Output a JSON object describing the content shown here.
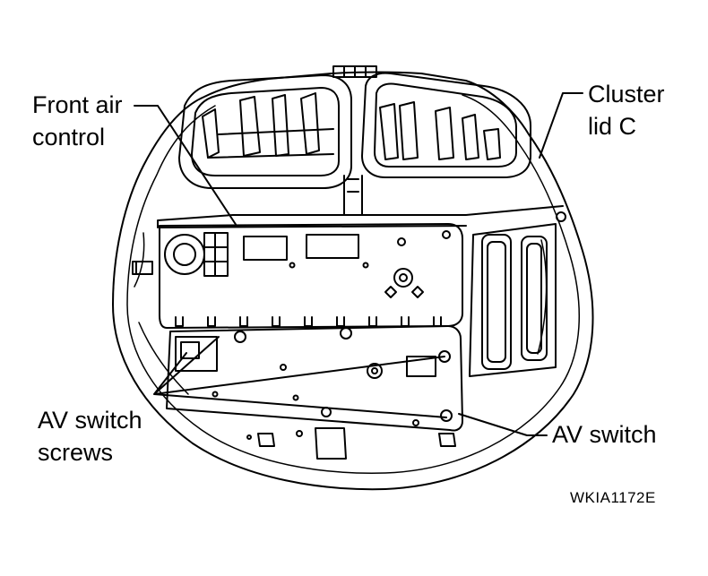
{
  "labels": {
    "front_air_control_line1": "Front air",
    "front_air_control_line2": "control",
    "cluster_lid_line1": "Cluster",
    "cluster_lid_line2": "lid C",
    "av_switch_screws_line1": "AV switch",
    "av_switch_screws_line2": "screws",
    "av_switch": "AV switch"
  },
  "figure_code": "WKIA1172E",
  "colors": {
    "line": "#000000",
    "background": "#ffffff"
  }
}
